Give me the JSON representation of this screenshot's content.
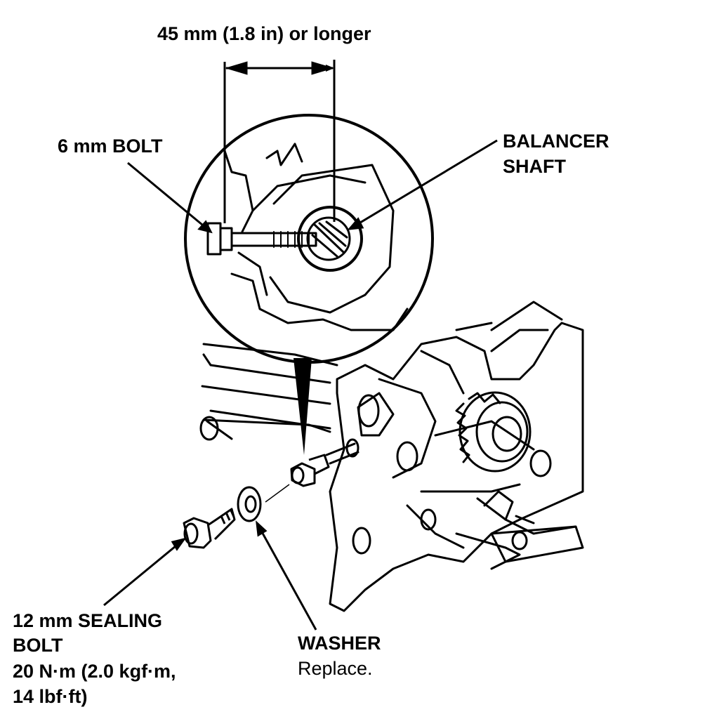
{
  "callouts": {
    "dimension": "45 mm (1.8 in) or longer",
    "bolt_6mm": "6 mm BOLT",
    "balancer_shaft_line1": "BALANCER",
    "balancer_shaft_line2": "SHAFT",
    "sealing_bolt_line1": "12 mm SEALING",
    "sealing_bolt_line2": "BOLT",
    "sealing_bolt_torque_line1": "20 N·m (2.0 kgf·m,",
    "sealing_bolt_torque_line2": "14 lbf·ft)",
    "washer": "WASHER",
    "washer_note": "Replace."
  },
  "colors": {
    "ink": "#000000",
    "paper": "#ffffff"
  }
}
